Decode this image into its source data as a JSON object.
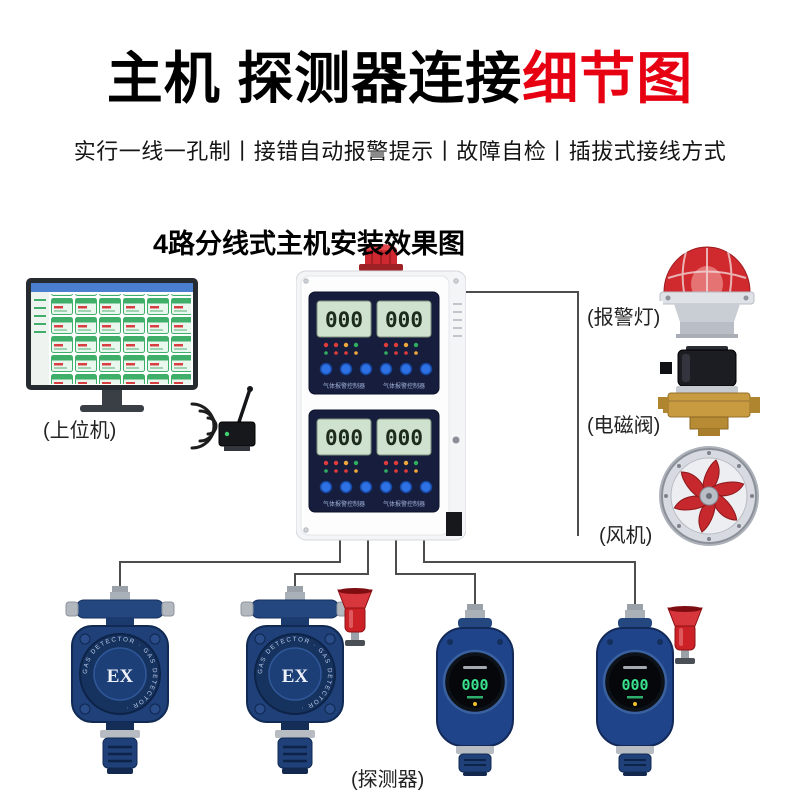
{
  "header": {
    "title_main": "主机 探测器连接",
    "title_accent": "细节图",
    "subtitle": "实行一线一孔制丨接错自动报警提示丨故障自检丨插拔式接线方式"
  },
  "diagram": {
    "section_title": "4路分线式主机安装效果图",
    "labels": {
      "host_computer": "(上位机)",
      "alarm_light": "(报警灯)",
      "solenoid_valve": "(电磁阀)",
      "fan": "(风机)",
      "detector": "(探测器)"
    },
    "controller": {
      "lcd_value": "000",
      "panel_caption": "气体报警控制器"
    },
    "detector_ex": {
      "face_label": "EX",
      "ring_text": "GAS DETECTOR · GAS DETECTOR ·"
    },
    "detector_display": {
      "lcd_value": "000"
    },
    "colors": {
      "accent_red": "#e60012",
      "detector_blue": "#1f4078",
      "controller_panel_navy": "#161d3d",
      "line_gray": "#4d4d4d",
      "brass": "#c89b41"
    }
  }
}
